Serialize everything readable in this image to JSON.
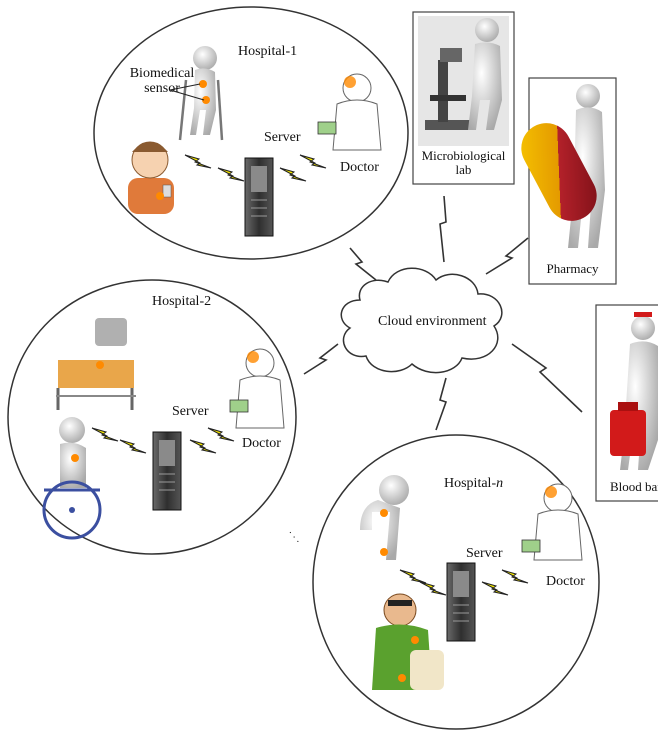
{
  "hospitals": [
    {
      "title": "Hospital-1",
      "server_label": "Server",
      "doctor_label": "Doctor",
      "sensor_label_line1": "Biomedical",
      "sensor_label_line2": "sensor"
    },
    {
      "title": "Hospital-2",
      "server_label": "Server",
      "doctor_label": "Doctor"
    },
    {
      "title_prefix": "Hospital-",
      "title_suffix": "n",
      "server_label": "Server",
      "doctor_label": "Doctor"
    }
  ],
  "cloud": {
    "label": "Cloud environment"
  },
  "services": [
    {
      "label_line1": "Microbiological",
      "label_line2": "lab"
    },
    {
      "label_line1": "Pharmacy"
    },
    {
      "label_line1": "Blood ban"
    }
  ],
  "ellipsis": "· · ·",
  "colors": {
    "lightning": "#f2e600",
    "lightning_stroke": "#222222",
    "sensor_dot": "#ff8a00",
    "server": "#3a3a3a",
    "capsule_top": "#f2b400",
    "capsule_bottom": "#b3212a",
    "blood_bag": "#d21a1a"
  }
}
